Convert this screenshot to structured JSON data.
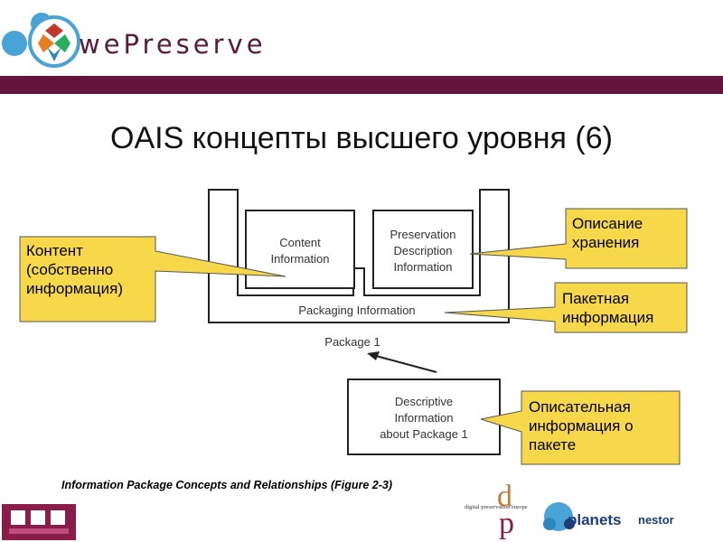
{
  "header": {
    "logo_text": "wePreserve",
    "colors": {
      "bar": "#62143a",
      "logo_text": "#5a1a3c",
      "circle": "#4aa3d6"
    }
  },
  "slide": {
    "title": "OAIS концепты высшего уровня (6)"
  },
  "diagram": {
    "content_information": [
      "Content",
      "Information"
    ],
    "preservation_description_information": [
      "Preservation",
      "Description",
      "Information"
    ],
    "packaging_information": "Packaging Information",
    "package_label": "Package 1",
    "descriptive_information": [
      "Descriptive",
      "Information",
      "about Package 1"
    ],
    "caption": "Information Package Concepts and Relationships (Figure 2-3)"
  },
  "callouts": {
    "content": [
      "Контент",
      "(собственно",
      "информация)"
    ],
    "preservation": [
      "Описание",
      "хранения"
    ],
    "packaging": [
      "Пакетная",
      "информация"
    ],
    "descriptive": [
      "Описательная",
      "информация о",
      "пакете"
    ],
    "colors": {
      "fill": "#f7d84a",
      "border": "#555555"
    }
  },
  "footer": {
    "dpe_text": "digital preservation europe",
    "planets_text": "planets",
    "nestor_text": "nestor"
  }
}
